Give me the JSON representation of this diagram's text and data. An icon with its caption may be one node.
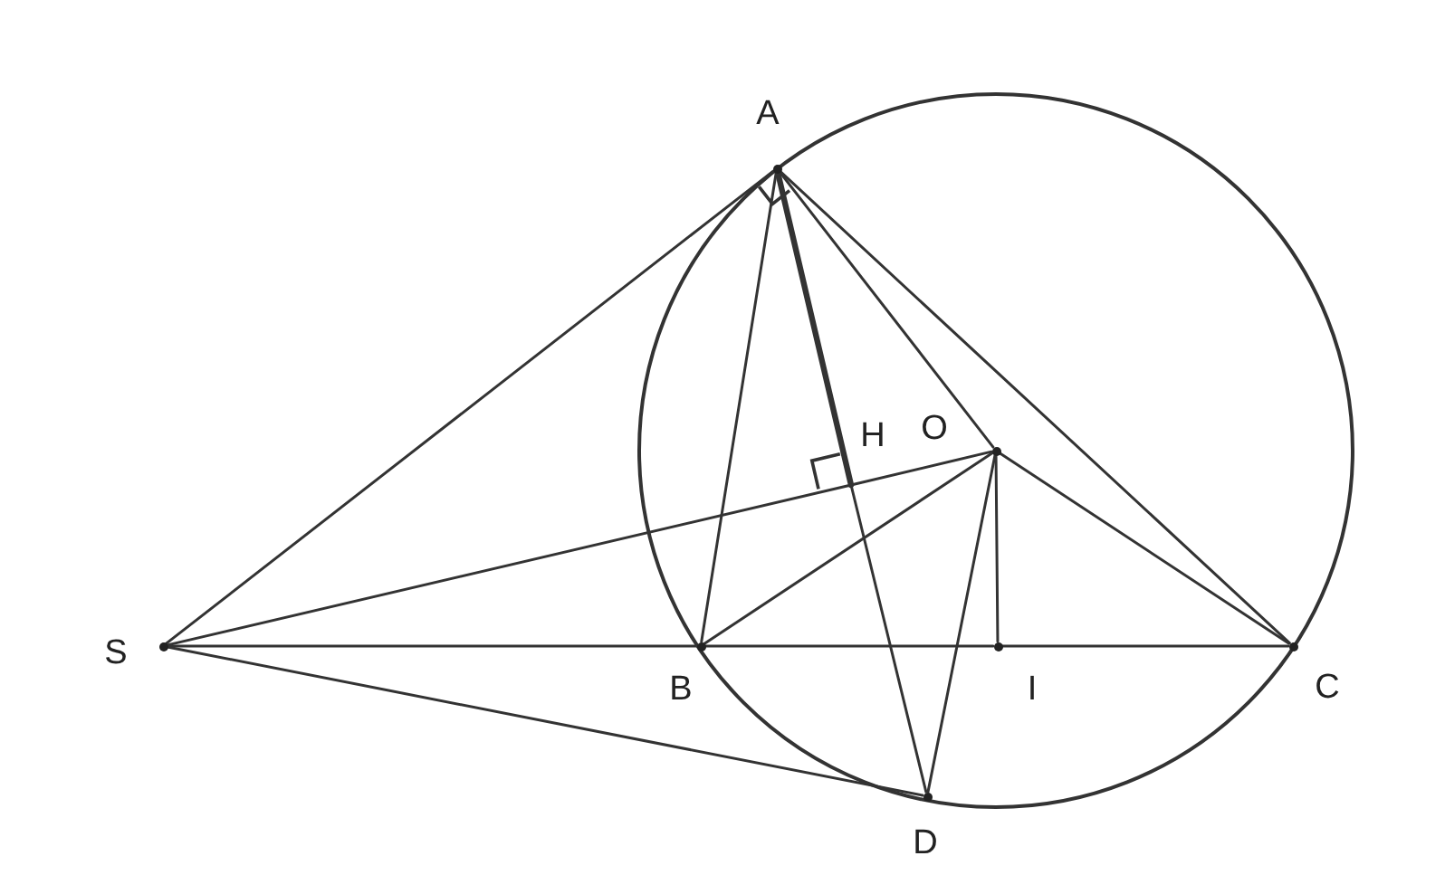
{
  "diagram": {
    "nodes": [
      {
        "text": [
          "A"
        ]
      },
      {
        "text": [
          "S"
        ]
      },
      {
        "text": [
          "B"
        ]
      },
      {
        "text": [
          "I"
        ]
      },
      {
        "text": [
          "C"
        ]
      },
      {
        "text": [
          "D"
        ]
      },
      {
        "text": [
          "H"
        ]
      },
      {
        "text": [
          "O"
        ]
      }
    ],
    "edges": [
      {
        "from": 1,
        "to": 0,
        "arrow": "none"
      },
      {
        "from": 1,
        "to": 2,
        "arrow": "none"
      },
      {
        "from": 2,
        "to": 3,
        "arrow": "none"
      },
      {
        "from": 3,
        "to": 4,
        "arrow": "none"
      },
      {
        "from": 1,
        "to": 5,
        "arrow": "none"
      },
      {
        "from": 1,
        "to": 6,
        "arrow": "none"
      },
      {
        "from": 6,
        "to": 7,
        "arrow": "none"
      },
      {
        "from": 0,
        "to": 2,
        "arrow": "none"
      },
      {
        "from": 0,
        "to": 6,
        "arrow": "none",
        "style": "thick"
      },
      {
        "from": 6,
        "to": 5,
        "arrow": "none"
      },
      {
        "from": 0,
        "to": 7,
        "arrow": "none"
      },
      {
        "from": 0,
        "to": 4,
        "arrow": "none"
      },
      {
        "from": 7,
        "to": 4,
        "arrow": "none"
      },
      {
        "from": 7,
        "to": 2,
        "arrow": "none"
      },
      {
        "from": 7,
        "to": 5,
        "arrow": "none"
      },
      {
        "from": 7,
        "to": 3,
        "arrow": "none"
      }
    ]
  }
}
